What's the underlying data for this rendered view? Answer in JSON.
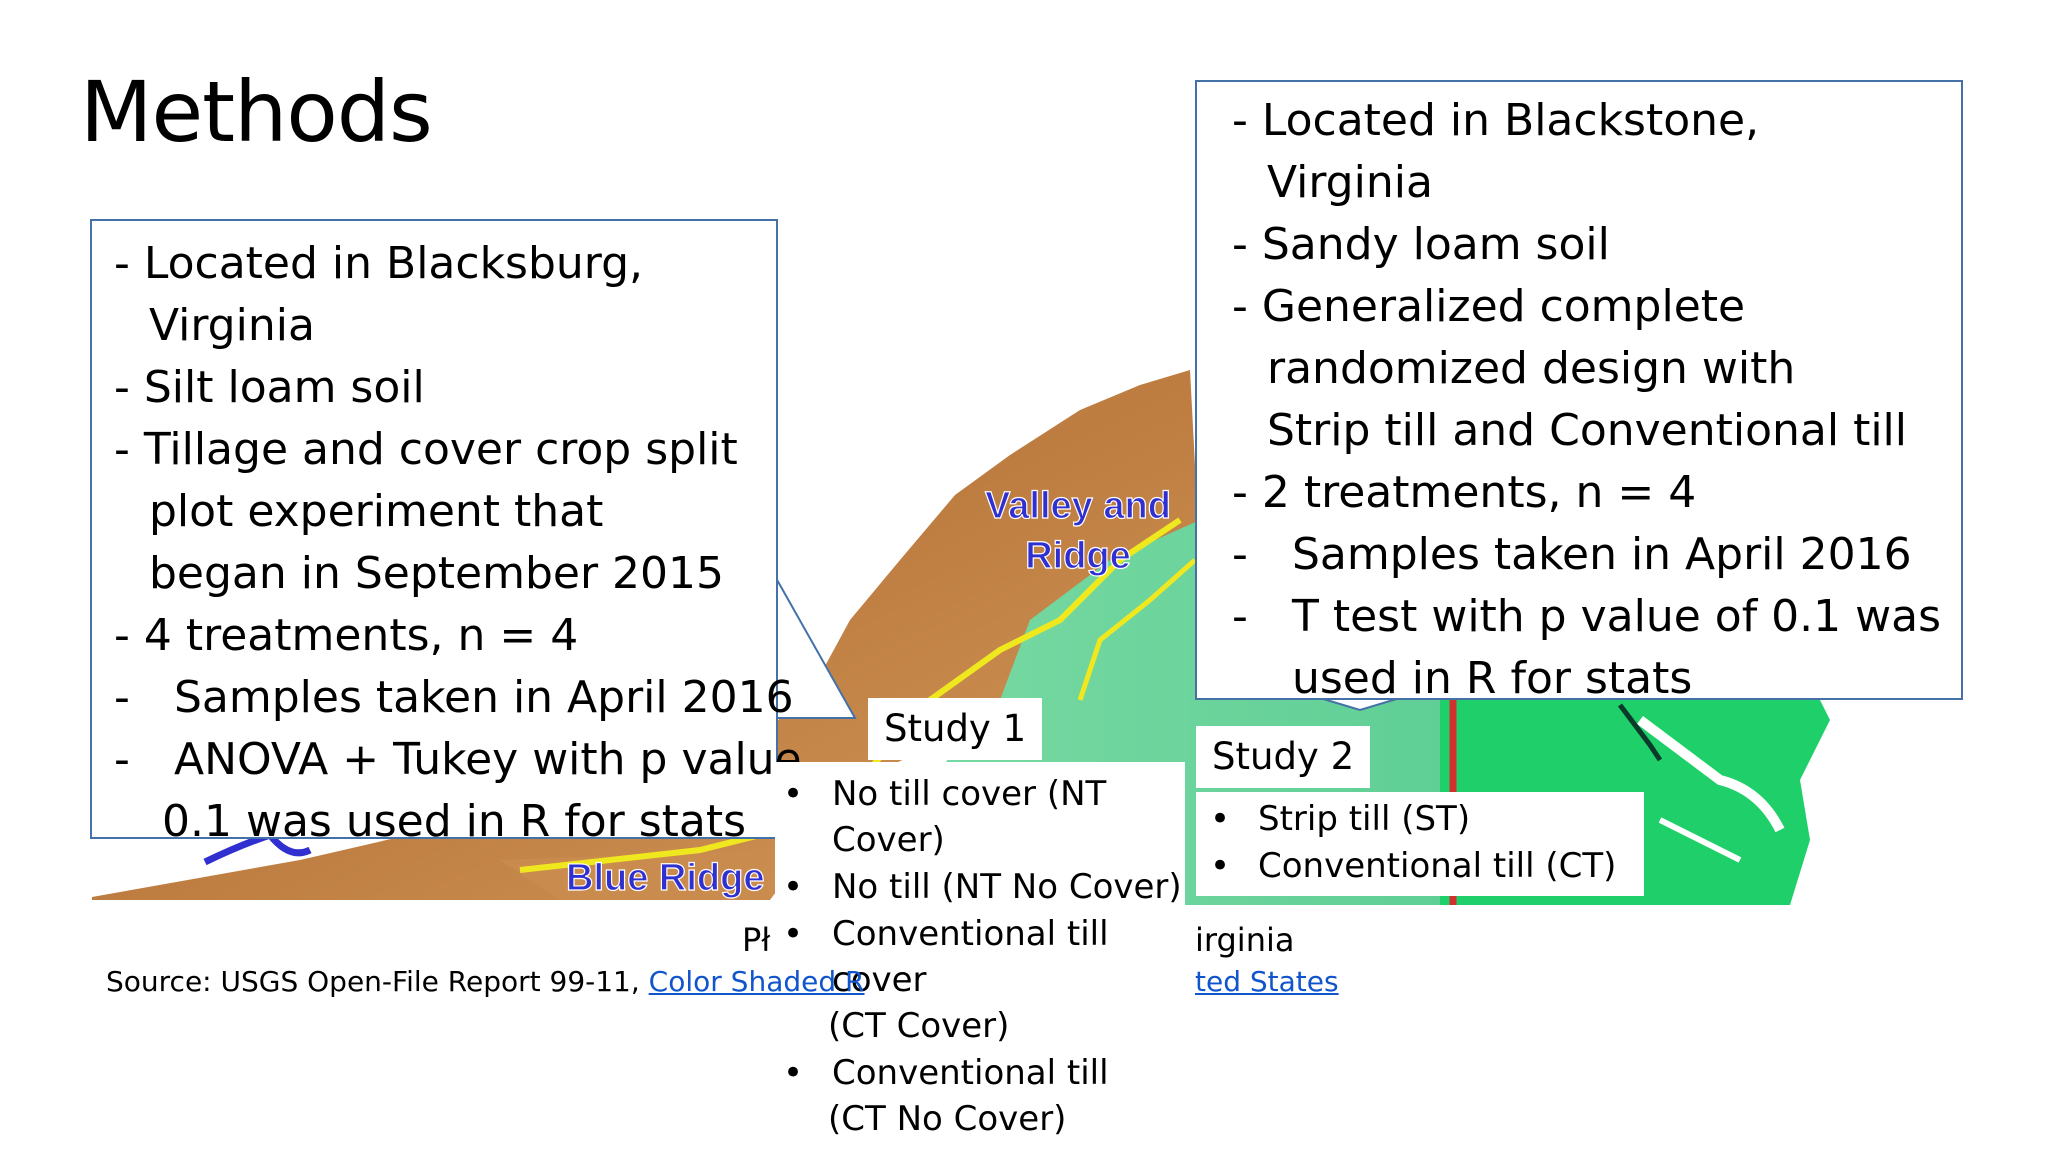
{
  "slide": {
    "title": "Methods"
  },
  "study1_box": {
    "lines": [
      "- Located in Blacksburg,",
      "Virginia",
      "- Silt loam soil",
      "- Tillage and cover crop split",
      "plot experiment that",
      "began in September 2015",
      "- 4 treatments, n = 4",
      "-",
      "Samples taken in April 2016",
      "-",
      "ANOVA + Tukey with p value",
      "0.1 was used in R for stats"
    ]
  },
  "study2_box": {
    "lines": [
      "- Located in Blackstone,",
      "Virginia",
      "- Sandy loam soil",
      "- Generalized complete",
      "randomized design with",
      "Strip till and Conventional till",
      "- 2 treatments, n = 4",
      "-",
      "Samples taken in April 2016",
      "-",
      "T test with p value of 0.1 was",
      "used in R for stats"
    ]
  },
  "study1_label": "Study 1",
  "study2_label": "Study 2",
  "study1_list": {
    "bullet": "•",
    "lines": [
      "No till  cover (NT",
      "Cover)",
      "No till (NT No Cover)",
      "Conventional till",
      "cover",
      "(CT Cover)",
      "Conventional till",
      "(CT No Cover)"
    ]
  },
  "study2_list": {
    "bullet": "•",
    "lines": [
      "Strip till (ST)",
      "Conventional till (CT)"
    ]
  },
  "map": {
    "labels": {
      "valley_ridge_1": "Valley and",
      "valley_ridge_2": "Ridge",
      "blue_ridge": "Blue Ridge"
    },
    "colors": {
      "mountains": "#c8894a",
      "piedmont": "#6cd4a0",
      "coastal_plain": "#1fcf6a",
      "region_boundary": "#f0e81e",
      "fall_line": "#d0312d",
      "region_label": "#3030d0"
    }
  },
  "caption": {
    "fragment_left": "Pł",
    "fragment_right": "irginia",
    "source_prefix": "Source: USGS Open-File Report 99-11,",
    "link_left": "Color Shaded R",
    "link_right": "ted States"
  }
}
